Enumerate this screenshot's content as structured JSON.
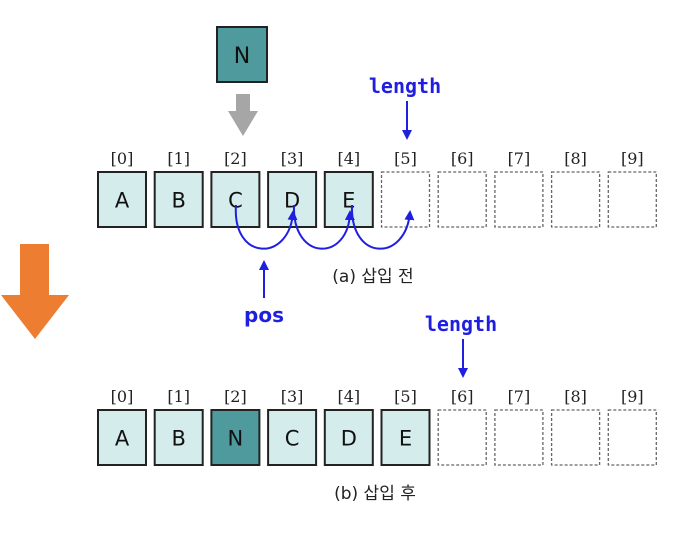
{
  "insert_value": "N",
  "pointer_label": "length",
  "pos_label": "pos",
  "before": {
    "indices": [
      "[0]",
      "[1]",
      "[2]",
      "[3]",
      "[4]",
      "[5]",
      "[6]",
      "[7]",
      "[8]",
      "[9]"
    ],
    "cells": [
      "A",
      "B",
      "C",
      "D",
      "E",
      "",
      "",
      "",
      "",
      ""
    ],
    "length": 5,
    "pos": 2,
    "caption": "(a) 삽입 전"
  },
  "after": {
    "indices": [
      "[0]",
      "[1]",
      "[2]",
      "[3]",
      "[4]",
      "[5]",
      "[6]",
      "[7]",
      "[8]",
      "[9]"
    ],
    "cells": [
      "A",
      "B",
      "N",
      "C",
      "D",
      "E",
      "",
      "",
      "",
      ""
    ],
    "length": 6,
    "caption": "(b) 삽입 후"
  },
  "colors": {
    "filled_cell": "#d5ecec",
    "new_cell": "#4f9a9d",
    "pointer_blue": "#1f1fe0",
    "gray_arrow": "#a6a6a6",
    "orange_arrow": "#ed7d31"
  }
}
